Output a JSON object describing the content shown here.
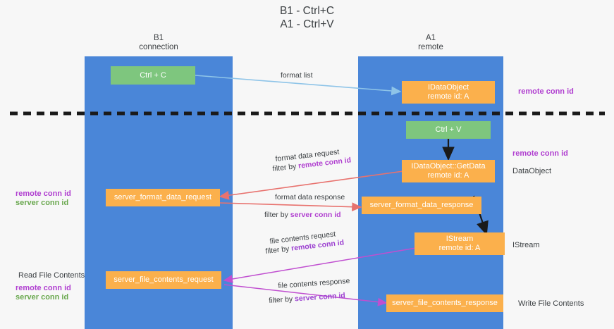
{
  "title": {
    "line1": "B1 - Ctrl+C",
    "line2": "A1 - Ctrl+V"
  },
  "lanes": [
    {
      "name": "b1",
      "title": "B1",
      "subtitle": "connection"
    },
    {
      "name": "a1",
      "title": "A1",
      "subtitle": "remote"
    }
  ],
  "nodes": {
    "ctrl_c": {
      "label": "Ctrl + C",
      "color": "#7ec67e"
    },
    "idataobject": {
      "line1": "IDataObject",
      "line2": "remote id: A",
      "color": "#fbb04c"
    },
    "ctrl_v": {
      "label": "Ctrl + V",
      "color": "#7ec67e"
    },
    "getdata": {
      "line1": "IDataObject::GetData",
      "line2": "remote id: A",
      "color": "#fbb04c"
    },
    "fmt_req": {
      "label": "server_format_data_request",
      "color": "#fbb04c"
    },
    "fmt_resp": {
      "label": "server_format_data_response",
      "color": "#fbb04c"
    },
    "istream": {
      "line1": "IStream",
      "line2": "remote id: A",
      "color": "#fbb04c"
    },
    "file_req": {
      "label": "server_file_contents_request",
      "color": "#fbb04c"
    },
    "file_resp": {
      "label": "server_file_contents_response",
      "color": "#fbb04c"
    }
  },
  "edge_labels": {
    "format_list": "format list",
    "fmt_req_l1": "format data request",
    "fmt_req_l2_pre": "filter by ",
    "fmt_req_l2_key": "remote conn id",
    "fmt_resp_l1": "format data response",
    "fmt_resp_l2_pre": "filter by ",
    "fmt_resp_l2_key": "server conn id",
    "file_req_l1": "file contents request",
    "file_req_l2_pre": "filter by ",
    "file_req_l2_key": "remote conn id",
    "file_resp_l1": "file contents response",
    "file_resp_l2_pre": "filter by ",
    "file_resp_l2_key": "server conn id"
  },
  "side_labels": {
    "right_remote_conn_top": "remote conn id",
    "right_remote_conn_mid": "remote conn id",
    "right_dataobject": "DataObject",
    "right_istream": "IStream",
    "right_write_file": "Write File Contents",
    "left_remote_conn_mid": "remote conn id",
    "left_server_conn_mid": "server conn id",
    "left_read_file": "Read File Contents",
    "left_remote_conn_bot": "remote conn id",
    "left_server_conn_bot": "server conn id"
  },
  "colors": {
    "lane": "#4a86d8",
    "green_node": "#7ec67e",
    "orange_node": "#fbb04c",
    "magenta": "#b03fd0",
    "green_text": "#6aa84f",
    "red_arrow": "#e8726e",
    "blue_arrow": "#8ec4e8",
    "violet_arrow": "#c04fd0",
    "black_arrow": "#1a1a1a",
    "background": "#f7f7f7"
  }
}
